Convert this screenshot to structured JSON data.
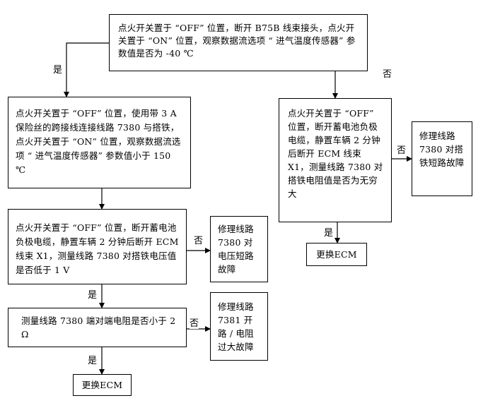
{
  "flowchart": {
    "start": "点火开关置于 “OFF” 位置，断开 B75B 线束接头，点火开关置于 “ON” 位置，观察数据流选项 “ 进气温度传感器” 参数值是否为 -40 ℃",
    "step_left_1": "点火开关置于 “OFF” 位置，使用带 3 A 保险丝的跨接线连接线路 7380 与搭铁，点火开关置于 “ON” 位置，观察数据流选项 “ 进气温度传感器” 参数值小于 150 ℃",
    "step_left_2": "点火开关置于 “OFF” 位置，断开蓄电池负极电缆，静置车辆 2 分钟后断开 ECM 线束 X1，测量线路 7380 对搭铁电压值是否低于 1 V",
    "step_left_3": "测量线路 7380 端对端电阻是否小于 2 Ω",
    "step_right_1": "点火开关置于 “OFF” 位置，断开蓄电池负极电缆，静置车辆 2 分钟后断开 ECM 线束 X1，测量线路 7380 对搭铁电阻值是否为无穷大",
    "repair_short_to_ground": "修理线路 7380 对搭铁短路故障",
    "repair_short_to_power": "修理线路 7380 对电压短路故障",
    "repair_open_circuit": "修理线路 7381 开路 / 电阻过大故障",
    "replace_ecm_right": "更换ECM",
    "replace_ecm_bottom": "更换ECM",
    "labels": {
      "yes_start": "是",
      "no_start": "否",
      "no_right": "否",
      "yes_right": "是",
      "no_left_2": "否",
      "yes_left_2": "是",
      "no_left_3": "否",
      "yes_left_3": "是"
    }
  }
}
